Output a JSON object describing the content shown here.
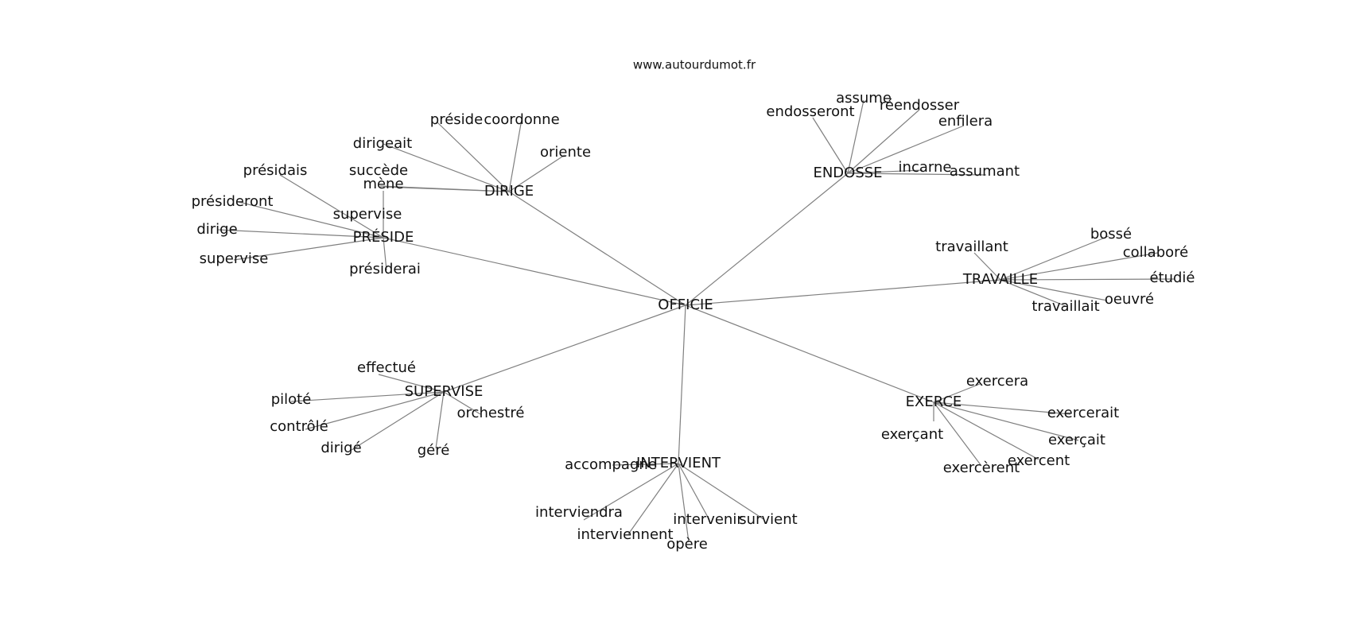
{
  "header": {
    "site": "www.autourdumot.fr"
  },
  "colors": {
    "edge": "#7f7f7f",
    "text": "#111111",
    "background": "#ffffff"
  },
  "graph": {
    "center": "OFFICIE",
    "hubs": [
      {
        "label": "PRÉSIDE",
        "leaves": [
          "présidais",
          "présideront",
          "dirige",
          "supervise",
          "supervise",
          "présiderai"
        ]
      },
      {
        "label": "DIRIGE",
        "leaves": [
          "préside",
          "coordonne",
          "dirigeait",
          "oriente",
          "succède",
          "mène"
        ]
      },
      {
        "label": "ENDOSSE",
        "leaves": [
          "endosseront",
          "assume",
          "réendosser",
          "enfilera",
          "incarne",
          "assumant"
        ]
      },
      {
        "label": "TRAVAILLE",
        "leaves": [
          "travaillant",
          "bossé",
          "collaboré",
          "étudié",
          "oeuvré",
          "travaillait"
        ]
      },
      {
        "label": "EXERCE",
        "leaves": [
          "exercera",
          "exercerait",
          "exerçait",
          "exercent",
          "exercèrent",
          "exerçant"
        ]
      },
      {
        "label": "INTERVIENT",
        "leaves": [
          "accompagne",
          "interviendra",
          "interviennent",
          "opère",
          "intervenir",
          "survient"
        ]
      },
      {
        "label": "SUPERVISE",
        "leaves": [
          "effectué",
          "piloté",
          "contrôlé",
          "dirigé",
          "géré",
          "orchestré"
        ]
      }
    ]
  }
}
